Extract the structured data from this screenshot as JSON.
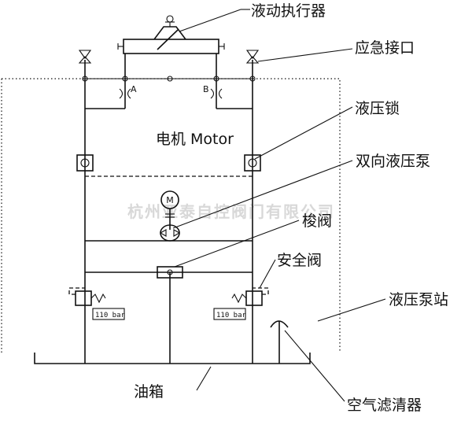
{
  "labels": {
    "actuator": "液动执行器",
    "emergency_port": "应急接口",
    "hydraulic_lock": "液压锁",
    "motor": "电机 Motor",
    "bidirectional_pump": "双向液压泵",
    "shuttle_valve": "梭阀",
    "safety_valve": "安全阀",
    "pump_station": "液压泵站",
    "oil_tank": "油箱",
    "air_filter": "空气滤清器"
  },
  "port_labels": {
    "a": "A",
    "b": "B"
  },
  "motor_symbol": "M",
  "relief_setting_left": "110 bar",
  "relief_setting_right": "110 bar",
  "watermark": "杭州亚泰自控阀门有限公司",
  "colors": {
    "line": "#111111",
    "background": "#ffffff",
    "watermark": "#d8d8d8"
  }
}
